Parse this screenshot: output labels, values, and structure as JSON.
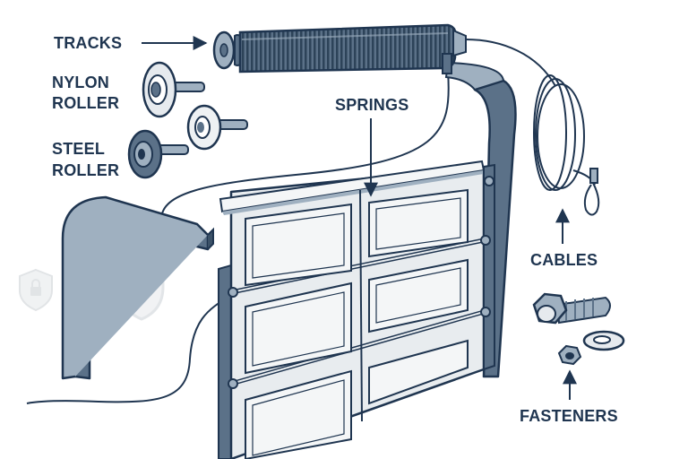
{
  "labels": {
    "tracks": "TRACKS",
    "nylon_line1": "NYLON",
    "nylon_line2": "ROLLER",
    "steel_line1": "STEEL",
    "steel_line2": "ROLLER",
    "springs": "SPRINGS",
    "cables": "CABLES",
    "fasteners": "FASTENERS"
  },
  "colors": {
    "ink": "#1f3550",
    "steel": "#5b7188",
    "steel_light": "#9fb0c0",
    "panel": "#e8ecef",
    "panel_inner": "#f4f6f7",
    "watermark": "#c9ced3"
  },
  "icons": [
    "shield-lock-icon",
    "padlock-icon",
    "arrow-icon"
  ]
}
